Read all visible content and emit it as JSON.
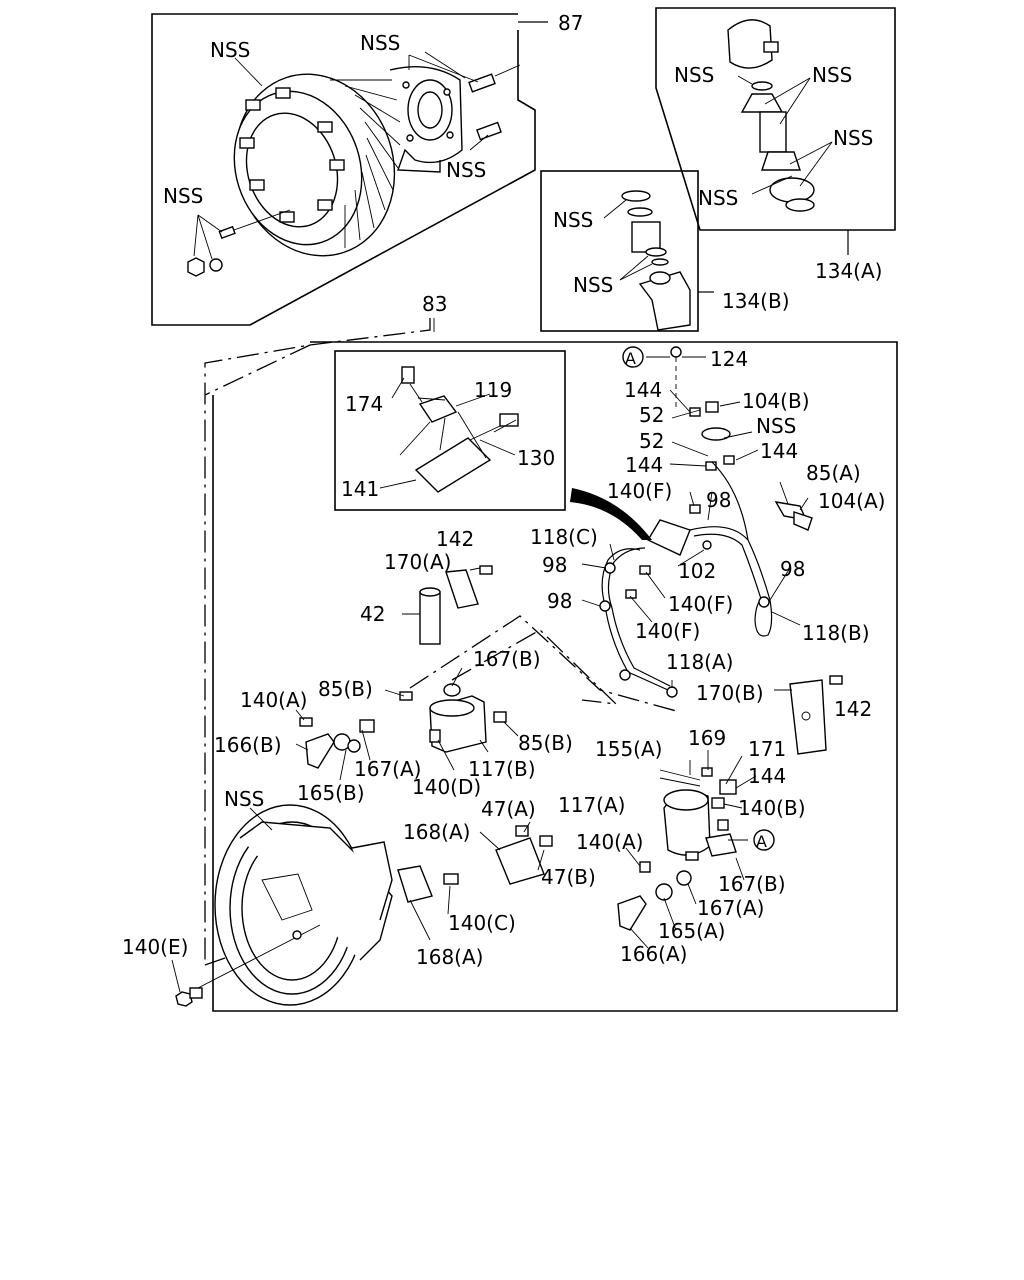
{
  "labels": {
    "l87": "87",
    "l83": "83",
    "l134a": "134(A)",
    "l134b": "134(B)",
    "nss": "NSS",
    "l174": "174",
    "l119": "119",
    "l130": "130",
    "l141": "141",
    "l124": "124",
    "l144": "144",
    "l104b": "104(B)",
    "l52": "52",
    "l85a": "85(A)",
    "l104a": "104(A)",
    "l140f": "140(F)",
    "l98": "98",
    "l118c": "118(C)",
    "l102": "102",
    "l118b": "118(B)",
    "l142": "142",
    "l170a": "170(A)",
    "l42": "42",
    "l167b": "167(B)",
    "l85b": "85(B)",
    "l140a": "140(A)",
    "l118a": "118(A)",
    "l170b": "170(B)",
    "l166b": "166(B)",
    "l167a": "167(A)",
    "l117b": "117(B)",
    "l165b": "165(B)",
    "l140d": "140(D)",
    "l155a": "155(A)",
    "l169": "169",
    "l171": "171",
    "l117a": "117(A)",
    "l140b": "140(B)",
    "l47a": "47(A)",
    "l168a": "168(A)",
    "l47b": "47(B)",
    "l140c": "140(C)",
    "l165a": "165(A)",
    "l166a": "166(A)",
    "l140e": "140(E)",
    "circleA": "A"
  }
}
